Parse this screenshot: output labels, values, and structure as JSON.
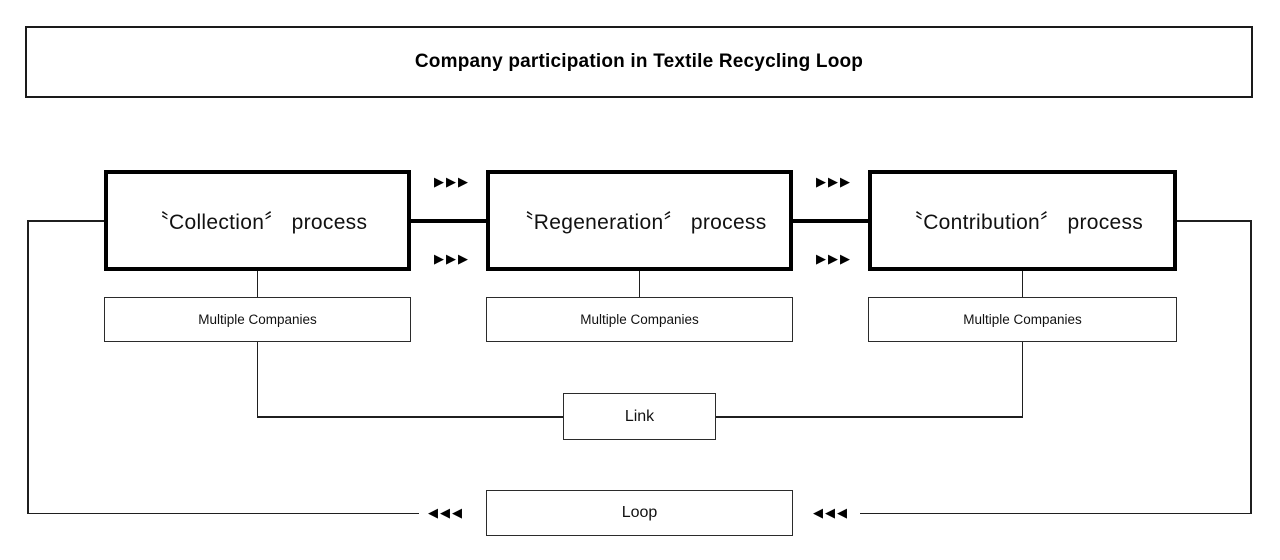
{
  "diagram": {
    "title": "Company participation in Textile Recycling Loop",
    "type": "process-loop-flow",
    "background_color": "#ffffff",
    "line_color": "#1f1f1f",
    "emphasis_color": "#000000"
  },
  "processes": [
    {
      "id": "collection",
      "label": "〝Collection〞 process",
      "companies_label": "Multiple Companies"
    },
    {
      "id": "regeneration",
      "label": "〝Regeneration〞 process",
      "companies_label": "Multiple Companies"
    },
    {
      "id": "contribution",
      "label": "〝Contribution〞 process",
      "companies_label": "Multiple Companies"
    }
  ],
  "nodes": {
    "link": {
      "label": "Link"
    },
    "loop": {
      "label": "Loop"
    }
  },
  "arrows": {
    "forward_glyph": "▶",
    "backward_glyph": "◀",
    "forward_count": 3,
    "backward_count": 3,
    "forward_label": "forward-flow",
    "backward_label": "return-flow"
  }
}
